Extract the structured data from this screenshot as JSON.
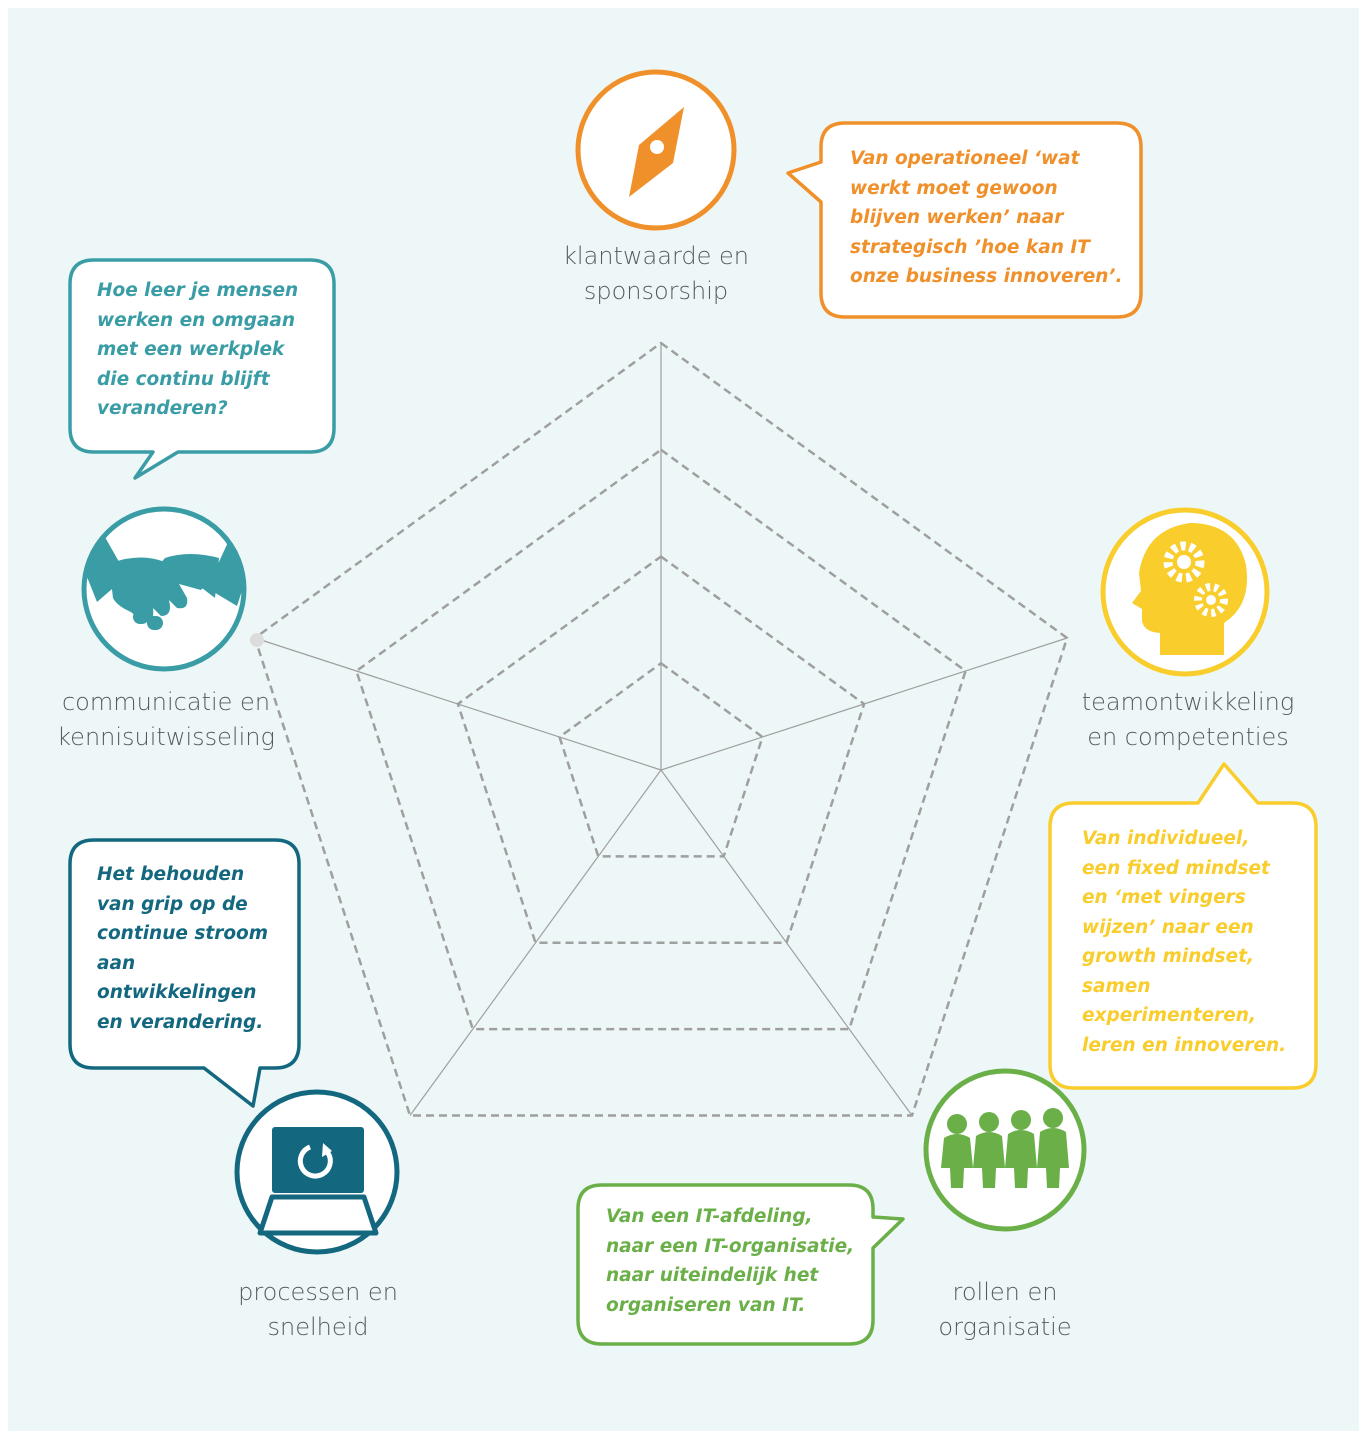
{
  "colors": {
    "background": "#eef7f7",
    "orange": "#f0902a",
    "teal": "#3a9da6",
    "dark_teal": "#13687f",
    "yellow": "#f8cd2c",
    "green": "#6aaf48",
    "grid": "#9f9f9f",
    "label_text": "#555b5e"
  },
  "radar": {
    "axes": [
      "klantwaarde en sponsorship",
      "teamontwikkeling en competenties",
      "rollen en organisatie",
      "processen en snelheid",
      "communicatie en kennisuitwisseling"
    ],
    "levels": 4
  },
  "dimensions": [
    {
      "id": "klantwaarde",
      "label": "klantwaarde en\nsponsorship",
      "icon": "compass-icon",
      "color": "#f0902a",
      "quote": "Van operationeel ‘wat\nwerkt moet gewoon\nblijven werken’ naar\nstrategisch ’hoe kan IT\nonze business innoveren’."
    },
    {
      "id": "teamontwikkeling",
      "label": "teamontwikkeling\nen competenties",
      "icon": "head-gears-icon",
      "color": "#f8cd2c",
      "quote": "Van individueel,\neen fixed mindset\nen ‘met vingers\nwijzen’ naar een\ngrowth mindset,\nsamen\nexperimenteren,\nleren en innoveren."
    },
    {
      "id": "rollen",
      "label": "rollen en\norganisatie",
      "icon": "people-holding-hands-icon",
      "color": "#6aaf48",
      "quote": "Van een IT-afdeling,\nnaar een IT-organisatie,\nnaar uiteindelijk het\norganiseren van IT."
    },
    {
      "id": "processen",
      "label": "processen en\nsnelheid",
      "icon": "laptop-refresh-icon",
      "color": "#13687f",
      "quote": "Het behouden\nvan grip op de\ncontinue stroom\naan\nontwikkelingen\nen verandering."
    },
    {
      "id": "communicatie",
      "label": "communicatie en\nkennisuitwisseling",
      "icon": "handshake-icon",
      "color": "#3a9da6",
      "quote": "Hoe leer je mensen\nwerken en omgaan\nmet een werkplek\ndie continu blijft\nveranderen?"
    }
  ]
}
